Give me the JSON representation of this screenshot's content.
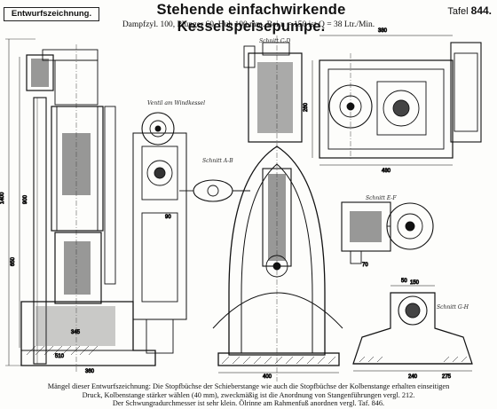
{
  "header": {
    "label": "Entwurfszeichnung.",
    "title": "Stehende einfachwirkende Kesselspeisepumpe.",
    "subtitle": "Dampfzyl. 100, Plunger 60, Hub 100 mm.  Bei n = 150 ist Q = 38 Ltr./Min.",
    "plate_prefix": "Tafel",
    "plate_number": "844."
  },
  "annotations": {
    "ventil_note": "Ventil am Windkessel",
    "schnitt_ab": "Schnitt A-B",
    "schnitt_cd": "Schnitt C-D",
    "schnitt_ef": "Schnitt E-F",
    "schnitt_gh": "Schnitt G-H"
  },
  "dimensions": {
    "total_height": "1400",
    "cyl_height": "650",
    "d900": "900",
    "d345": "345",
    "d510": "510",
    "d360": "360",
    "d400": "400",
    "d380": "380",
    "d480": "480",
    "d260": "260",
    "d150": "150",
    "d240": "240",
    "d275": "275",
    "d90": "90",
    "d50": "50",
    "d70": "70"
  },
  "footer": {
    "line1": "Mängel dieser Entwurfszeichnung: Die Stopfbüchse der Schieberstange wie auch die Stopfbüchse der Kolbenstange erhalten einseitigen",
    "line2": "Druck, Kolbenstange stärker wählen (40 mm), zweckmäßig ist die Anordnung von Stangenführungen vergl. 212.",
    "line3": "Der Schwungradurchmesser ist sehr klein.  Ölrinne am Rahmenfuß anordnen vergl. Taf. 846."
  }
}
